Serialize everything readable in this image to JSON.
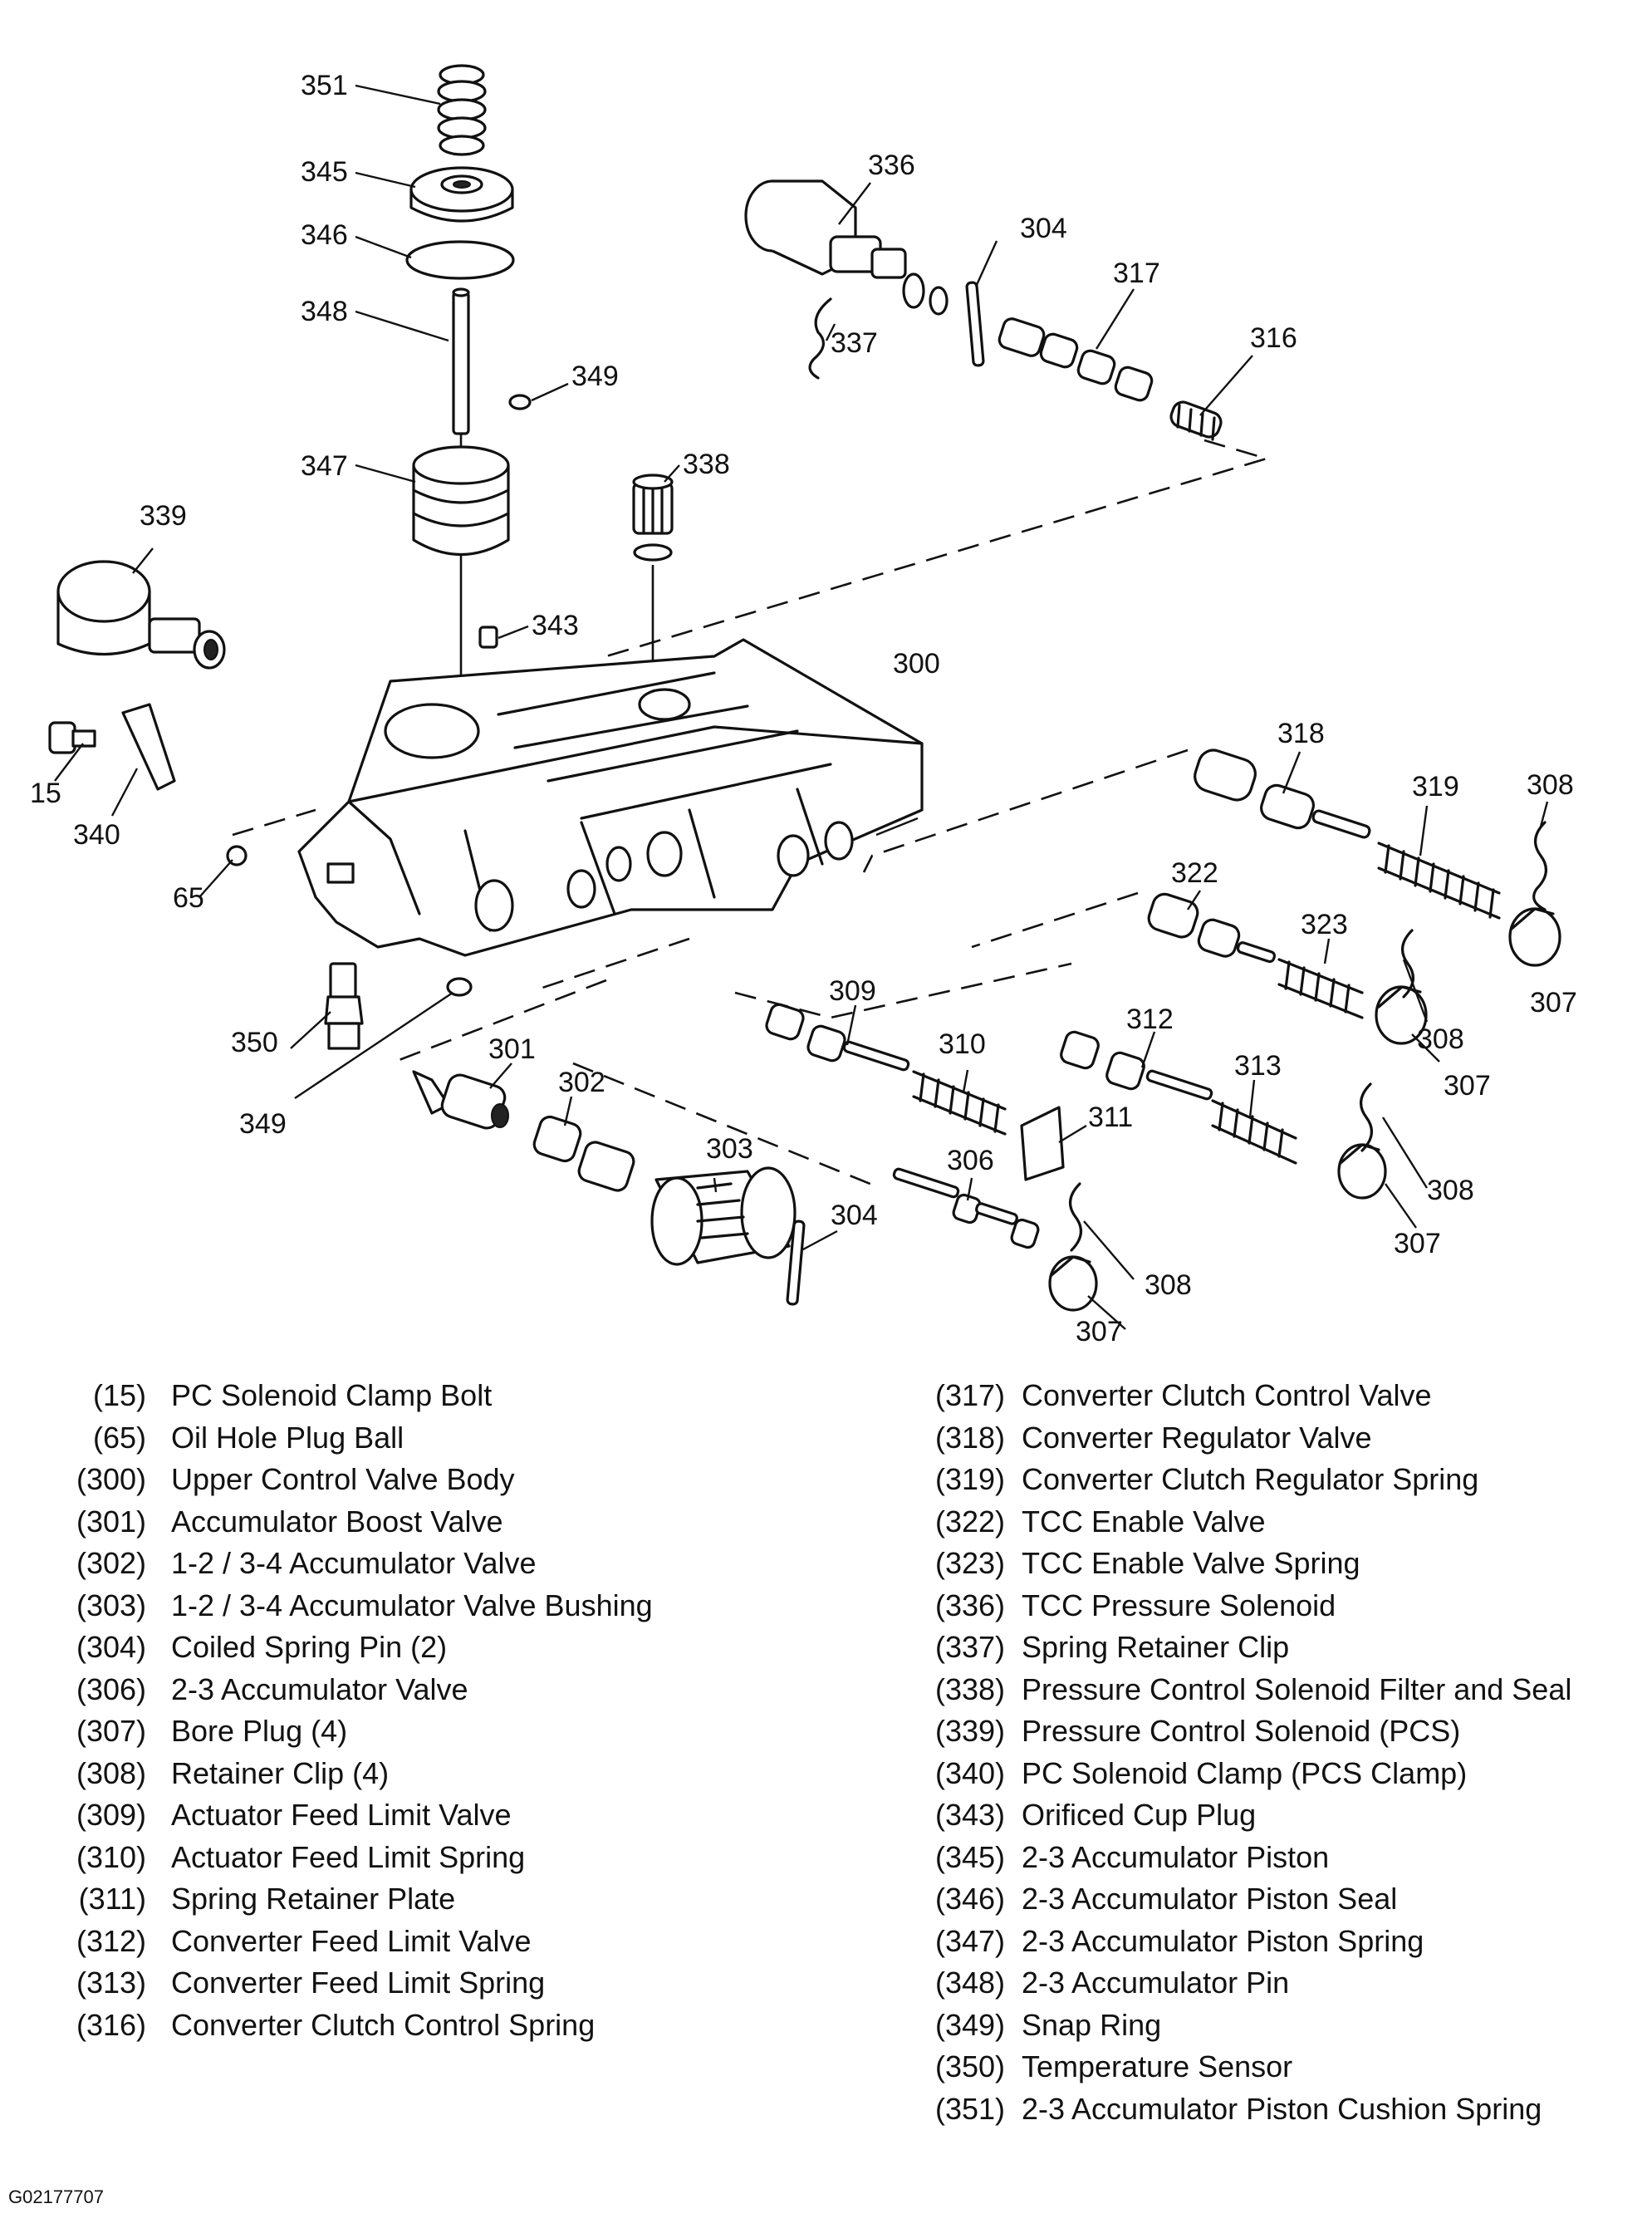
{
  "figure_code": "G02177707",
  "callouts": [
    "351",
    "345",
    "346",
    "348",
    "349",
    "347",
    "339",
    "343",
    "338",
    "15",
    "340",
    "65",
    "350",
    "349",
    "300",
    "336",
    "304",
    "317",
    "337",
    "316",
    "318",
    "319",
    "308",
    "322",
    "323",
    "307",
    "308",
    "307",
    "309",
    "310",
    "312",
    "313",
    "311",
    "308",
    "307",
    "301",
    "302",
    "303",
    "306",
    "304",
    "308",
    "307"
  ],
  "legend_left": [
    {
      "num": "(15)",
      "text": "PC Solenoid Clamp Bolt"
    },
    {
      "num": "(65)",
      "text": "Oil Hole Plug Ball"
    },
    {
      "num": "(300)",
      "text": "Upper Control Valve Body"
    },
    {
      "num": "(301)",
      "text": "Accumulator Boost Valve"
    },
    {
      "num": "(302)",
      "text": "1-2 / 3-4 Accumulator Valve"
    },
    {
      "num": "(303)",
      "text": "1-2 / 3-4 Accumulator Valve Bushing"
    },
    {
      "num": "(304)",
      "text": "Coiled Spring Pin (2)"
    },
    {
      "num": "(306)",
      "text": "2-3 Accumulator Valve"
    },
    {
      "num": "(307)",
      "text": "Bore Plug (4)"
    },
    {
      "num": "(308)",
      "text": "Retainer Clip (4)"
    },
    {
      "num": "(309)",
      "text": "Actuator Feed Limit Valve"
    },
    {
      "num": "(310)",
      "text": "Actuator Feed Limit Spring"
    },
    {
      "num": "(311)",
      "text": "Spring Retainer Plate"
    },
    {
      "num": "(312)",
      "text": "Converter Feed Limit Valve"
    },
    {
      "num": "(313)",
      "text": "Converter Feed Limit Spring"
    },
    {
      "num": "(316)",
      "text": "Converter Clutch Control Spring"
    }
  ],
  "legend_right": [
    {
      "num": "(317)",
      "text": "Converter Clutch Control Valve"
    },
    {
      "num": "(318)",
      "text": "Converter Regulator Valve"
    },
    {
      "num": "(319)",
      "text": "Converter Clutch Regulator Spring"
    },
    {
      "num": "(322)",
      "text": "TCC Enable Valve"
    },
    {
      "num": "(323)",
      "text": "TCC Enable Valve Spring"
    },
    {
      "num": "(336)",
      "text": "TCC Pressure Solenoid"
    },
    {
      "num": "(337)",
      "text": "Spring Retainer Clip"
    },
    {
      "num": "(338)",
      "text": "Pressure Control Solenoid Filter and Seal"
    },
    {
      "num": "(339)",
      "text": "Pressure Control Solenoid (PCS)"
    },
    {
      "num": "(340)",
      "text": "PC Solenoid Clamp (PCS Clamp)"
    },
    {
      "num": "(343)",
      "text": "Orificed Cup Plug"
    },
    {
      "num": "(345)",
      "text": "2-3 Accumulator Piston"
    },
    {
      "num": "(346)",
      "text": "2-3 Accumulator Piston Seal"
    },
    {
      "num": "(347)",
      "text": "2-3 Accumulator Piston Spring"
    },
    {
      "num": "(348)",
      "text": "2-3 Accumulator Pin"
    },
    {
      "num": "(349)",
      "text": "Snap Ring"
    },
    {
      "num": "(350)",
      "text": "Temperature Sensor"
    },
    {
      "num": "(351)",
      "text": "2-3 Accumulator Piston Cushion Spring"
    }
  ]
}
